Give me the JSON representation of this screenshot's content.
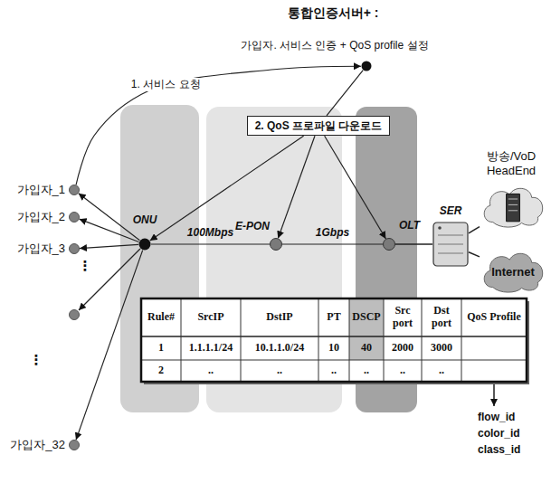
{
  "diagram": {
    "nodes": [
      {
        "text": [
          "통합인증서버+ :",
          "가입자. 서비스 인증 + QoS profile 설정"
        ]
      },
      {
        "text": [
          "2. QoS 프로파일 다운로드"
        ]
      },
      {
        "text": [
          "가입자_1"
        ]
      },
      {
        "text": [
          "가입자_2"
        ]
      },
      {
        "text": [
          "가입자_3"
        ]
      },
      {
        "text": [
          "가입자_32"
        ]
      },
      {
        "text": [
          "ONU"
        ]
      },
      {
        "text": [
          "E-PON"
        ]
      },
      {
        "text": [
          "OLT"
        ]
      },
      {
        "text": [
          "SER"
        ]
      },
      {
        "text": [
          "방송/VoD HeadEnd"
        ]
      },
      {
        "text": [
          "Internet"
        ]
      }
    ],
    "edges": [
      {
        "from": 2,
        "to": 0,
        "arrow": "to",
        "label": "1. 서비스 요청"
      },
      {
        "from": 0,
        "to": 1,
        "arrow": "none"
      },
      {
        "from": 1,
        "to": 6,
        "arrow": "to"
      },
      {
        "from": 1,
        "to": 7,
        "arrow": "to"
      },
      {
        "from": 1,
        "to": 8,
        "arrow": "to"
      },
      {
        "from": 6,
        "to": 2,
        "arrow": "to"
      },
      {
        "from": 6,
        "to": 3,
        "arrow": "to"
      },
      {
        "from": 6,
        "to": 4,
        "arrow": "to"
      },
      {
        "from": 6,
        "to": 5,
        "arrow": "to"
      },
      {
        "from": 6,
        "to": 7,
        "arrow": "none",
        "label": "100Mbps"
      },
      {
        "from": 7,
        "to": 8,
        "arrow": "none",
        "label": "1Gbps"
      },
      {
        "from": 8,
        "to": 9,
        "arrow": "none"
      },
      {
        "from": 9,
        "to": 10,
        "arrow": "none"
      },
      {
        "from": 9,
        "to": 11,
        "arrow": "none"
      }
    ],
    "labels": [
      "⋮",
      "⋮",
      "Rule#",
      "SrcIP",
      "DstIP",
      "PT",
      "DSCP",
      "Src port",
      "Dst port",
      "QoS Profile",
      "1",
      "1.1.1.1/24",
      "10.1.1.0/24",
      "10",
      "40",
      "2000",
      "3000",
      "2",
      "..",
      "..",
      "..",
      "..",
      "..",
      "..",
      "flow_id",
      "color_id",
      "class_id"
    ]
  }
}
